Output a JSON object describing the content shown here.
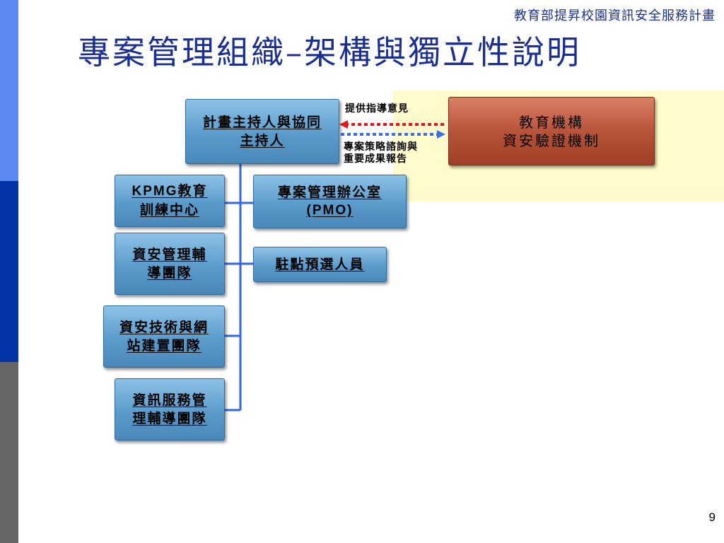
{
  "header": {
    "text": "教育部提昇校園資訊安全服務計畫"
  },
  "title": "專案管理組織–架構與獨立性說明",
  "org": {
    "host": {
      "line1": "計畫主持人與協同",
      "line2": "主持人"
    },
    "external": {
      "line1": "教育機構",
      "line2": "資安驗證機制"
    },
    "left_units": [
      {
        "line1": "KPMG教育",
        "line2": "訓練中心"
      },
      {
        "line1": "資安管理輔",
        "line2": "導團隊"
      },
      {
        "line1": "資安技術與網",
        "line2": "站建置團隊"
      },
      {
        "line1": "資訊服務管",
        "line2": "理輔導團隊"
      }
    ],
    "right_units": [
      {
        "line1": "專案管理辦公室",
        "line2": "(PMO)"
      },
      {
        "line1": "駐點預選人員"
      }
    ]
  },
  "arrows": {
    "red_label": "提供指導意見",
    "blue_label_line1": "專案策略諮詢與",
    "blue_label_line2": "重要成果報告",
    "red_color": "#e8161b",
    "blue_color": "#3a6fe0"
  },
  "connector_color": "#3366ee",
  "page_number": "9"
}
